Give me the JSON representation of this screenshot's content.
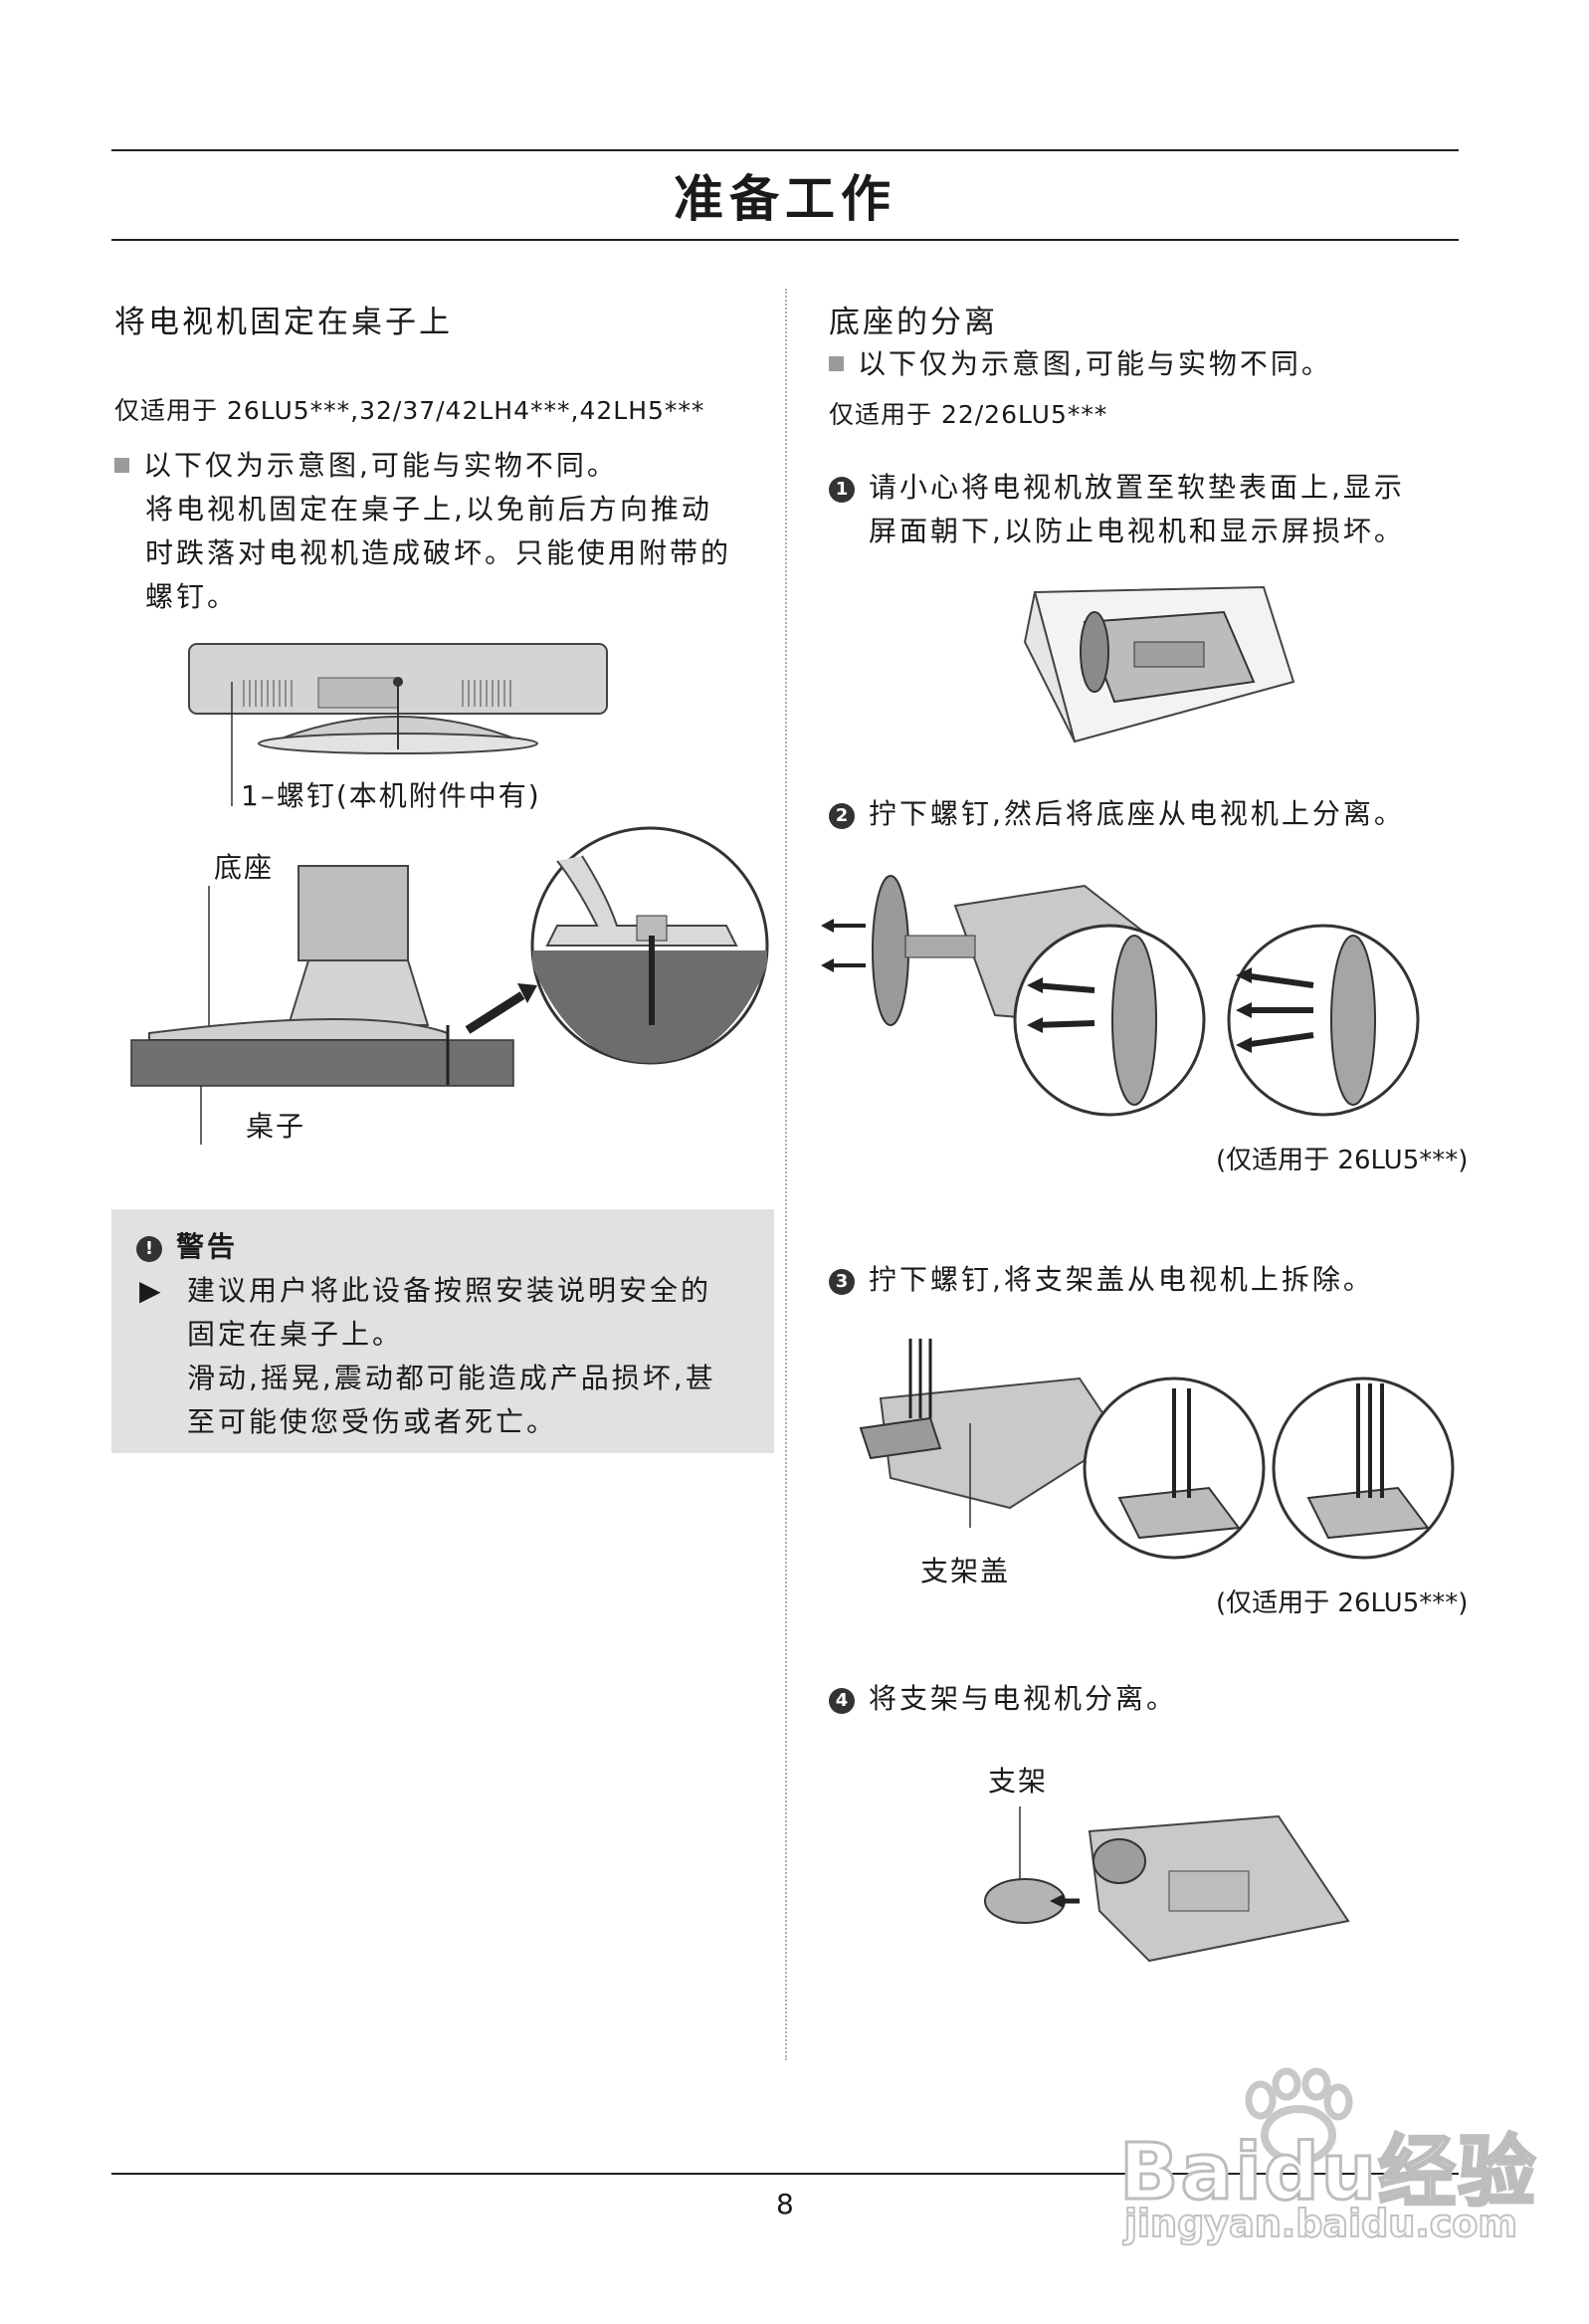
{
  "page": {
    "title": "准备工作",
    "page_number": "8"
  },
  "left": {
    "heading": "将电视机固定在桌子上",
    "model_line": "仅适用于 26LU5***,32/37/42LH4***,42LH5***",
    "note_line": "以下仅为示意图,可能与实物不同。",
    "paragraph": [
      "将电视机固定在桌子上,以免前后方向推动",
      "时跌落对电视机造成破坏。只能使用附带的",
      "螺钉。"
    ],
    "label_screw": "1–螺钉(本机附件中有)",
    "label_base": "底座",
    "label_desk": "桌子",
    "warning": {
      "title": "警告",
      "lines": [
        "建议用户将此设备按照安装说明安全的",
        "固定在桌子上。",
        "滑动,摇晃,震动都可能造成产品损坏,甚",
        "至可能使您受伤或者死亡。"
      ]
    }
  },
  "right": {
    "heading": "底座的分离",
    "note_line": "以下仅为示意图,可能与实物不同。",
    "model_line": "仅适用于 22/26LU5***",
    "steps": [
      {
        "num": "1",
        "lines": [
          "请小心将电视机放置至软垫表面上,显示",
          "屏面朝下,以防止电视机和显示屏损坏。"
        ]
      },
      {
        "num": "2",
        "lines": [
          "拧下螺钉,然后将底座从电视机上分离。"
        ]
      },
      {
        "num": "3",
        "lines": [
          "拧下螺钉,将支架盖从电视机上拆除。"
        ]
      },
      {
        "num": "4",
        "lines": [
          "将支架与电视机分离。"
        ]
      }
    ],
    "step2_note": "(仅适用于 26LU5***)",
    "step3_note": "(仅适用于 26LU5***)",
    "label_stand_cover": "支架盖",
    "label_stand": "支架"
  },
  "watermark": {
    "brand": "Baidu经验",
    "url": "jingyan.baidu.com"
  }
}
